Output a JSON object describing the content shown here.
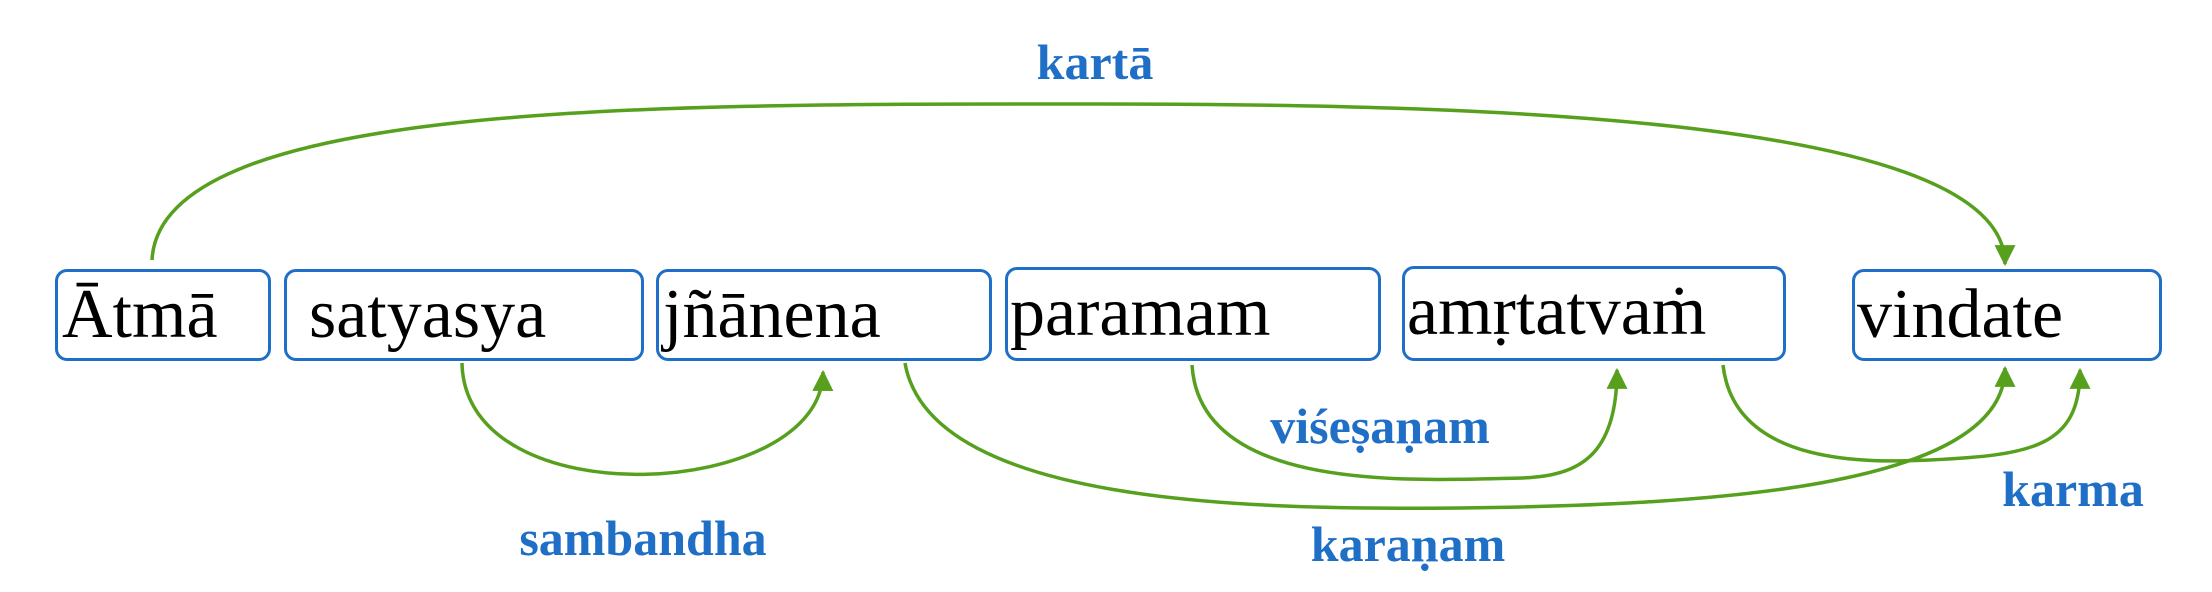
{
  "colors": {
    "box_border": "#1f6fc6",
    "arc": "#56a01e",
    "label": "#1f6fc6",
    "word_text": "#000000"
  },
  "words": [
    {
      "id": "w0",
      "text": "Ātmā"
    },
    {
      "id": "w1",
      "text": "satyasya"
    },
    {
      "id": "w2",
      "text": "jñānena"
    },
    {
      "id": "w3",
      "text": "paramam"
    },
    {
      "id": "w4",
      "text": "amṛtatvaṁ"
    },
    {
      "id": "w5",
      "text": "vindate"
    }
  ],
  "relations": [
    {
      "id": "r0",
      "label": "kartā",
      "from": "w0",
      "to": "w5"
    },
    {
      "id": "r1",
      "label": "sambandha",
      "from": "w1",
      "to": "w2"
    },
    {
      "id": "r2",
      "label": "karaṇam",
      "from": "w2",
      "to": "w5"
    },
    {
      "id": "r3",
      "label": "viśeṣaṇam",
      "from": "w3",
      "to": "w4"
    },
    {
      "id": "r4",
      "label": "karma",
      "from": "w4",
      "to": "w5"
    }
  ]
}
